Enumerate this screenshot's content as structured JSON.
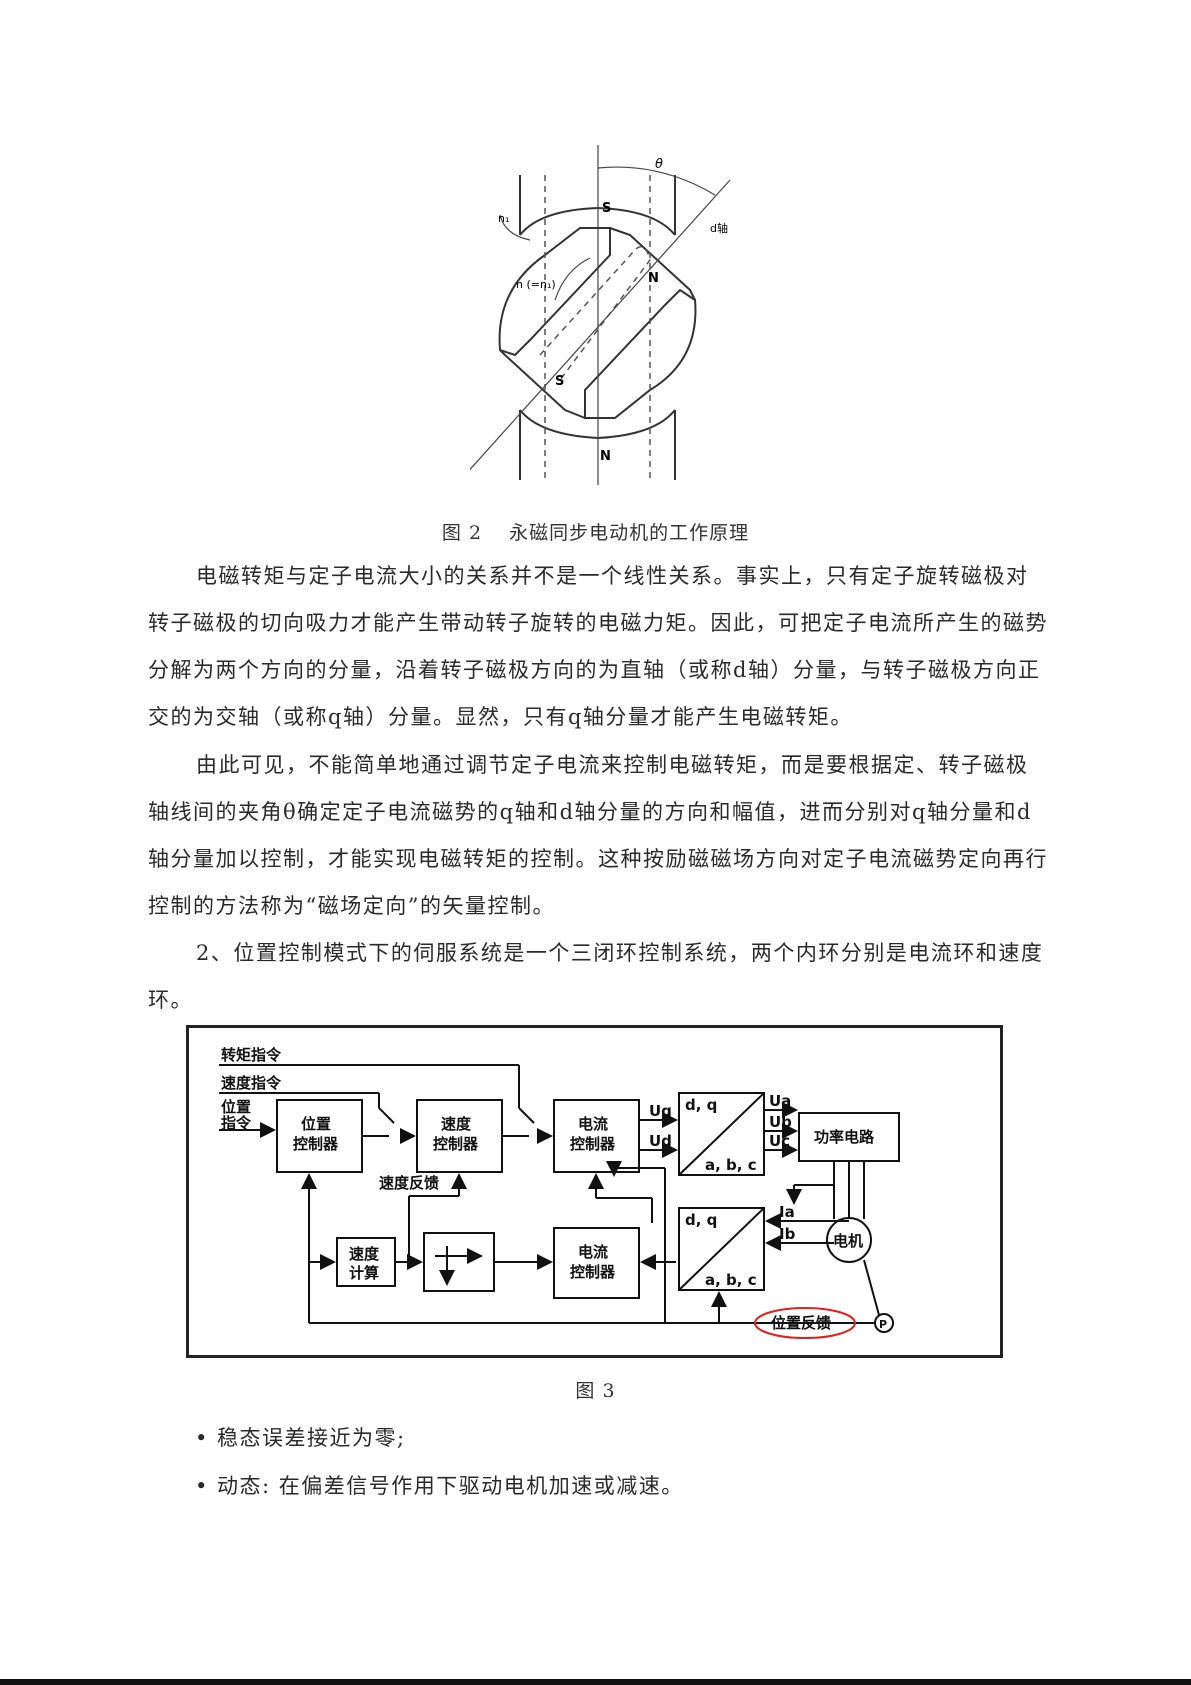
{
  "figure2": {
    "labels": {
      "theta": "θ",
      "d_axis": "d轴",
      "n1": "n₁",
      "n_eq": "n (=n₁)",
      "S_top": "S",
      "N_right": "N",
      "S_left": "S",
      "N_bottom": "N"
    },
    "caption": "图 2　 永磁同步电动机的工作原理"
  },
  "paragraphs": [
    "电磁转矩与定子电流大小的关系并不是一个线性关系。事实上，只有定子旋转磁极对转子磁极的切向吸力才能产生带动转子旋转的电磁力矩。因此，可把定子电流所产生的磁势分解为两个方向的分量，沿着转子磁极方向的为直轴（或称d轴）分量，与转子磁极方向正交的为交轴（或称q轴）分量。显然，只有q轴分量才能产生电磁转矩。",
    "由此可见，不能简单地通过调节定子电流来控制电磁转矩，而是要根据定、转子磁极轴线间的夹角θ确定定子电流磁势的q轴和d轴分量的方向和幅值，进而分别对q轴分量和d轴分量加以控制，才能实现电磁转矩的控制。这种按励磁磁场方向对定子电流磁势定向再行控制的方法称为“磁场定向”的矢量控制。",
    "2、位置控制模式下的伺服系统是一个三闭环控制系统，两个内环分别是电流环和速度环。"
  ],
  "figure3": {
    "labels": {
      "torque_cmd": "转矩指令",
      "speed_cmd": "速度指令",
      "pos_cmd_1": "位置",
      "pos_cmd_2": "指令",
      "pos_ctrl_1": "位置",
      "pos_ctrl_2": "控制器",
      "spd_ctrl_1": "速度",
      "spd_ctrl_2": "控制器",
      "cur_ctrl_top_1": "电流",
      "cur_ctrl_top_2": "控制器",
      "uq": "Uq",
      "ud": "Ud",
      "dq_top": "d, q",
      "abc_top": "a, b, c",
      "ua": "Ua",
      "ub": "Ub",
      "uc": "Uc",
      "power": "功率电路",
      "speed_fb": "速度反馈",
      "spd_calc_1": "速度",
      "spd_calc_2": "计算",
      "cur_ctrl_bot_1": "电流",
      "cur_ctrl_bot_2": "控制器",
      "dq_bot": "d, q",
      "abc_bot": "a, b, c",
      "ia": "Ia",
      "ib": "Ib",
      "motor": "电机",
      "pos_fb": "位置反馈",
      "p": "P"
    },
    "caption": "图 3"
  },
  "bullets": [
    "稳态误差接近为零;",
    "动态: 在偏差信号作用下驱动电机加速或减速。"
  ]
}
